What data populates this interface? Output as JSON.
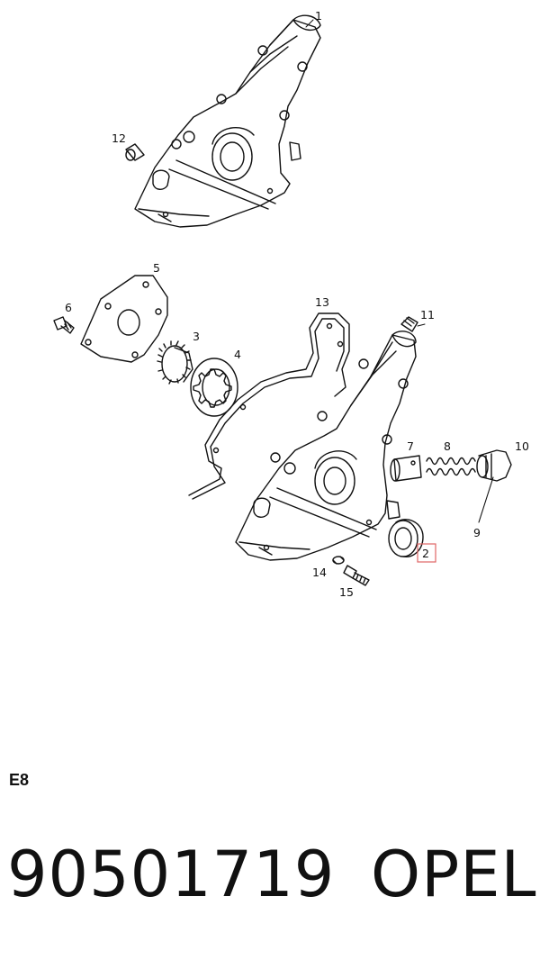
{
  "diagram": {
    "callouts": [
      "1",
      "2",
      "3",
      "4",
      "5",
      "6",
      "7",
      "8",
      "9",
      "10",
      "11",
      "12",
      "13",
      "14",
      "15"
    ],
    "highlighted_callout": "2",
    "highlight_color": "#e06666"
  },
  "footer": {
    "section_code": "E8",
    "part_number": "90501719",
    "brand": "OPEL"
  }
}
